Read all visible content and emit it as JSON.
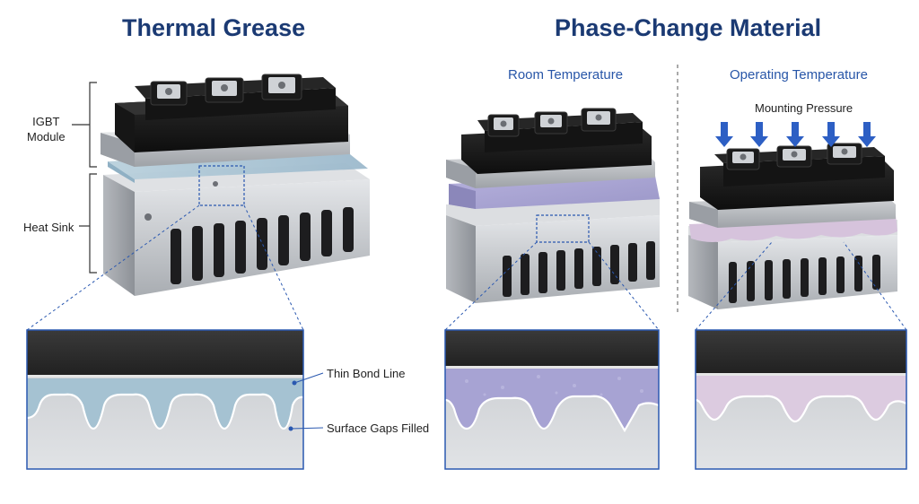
{
  "titles": {
    "left": "Thermal Grease",
    "right": "Phase-Change Material"
  },
  "subtitles": {
    "room": "Room Temperature",
    "operating": "Operating Temperature"
  },
  "labels": {
    "igbt_line1": "IGBT",
    "igbt_line2": "Module",
    "heat_sink": "Heat Sink",
    "mounting_pressure": "Mounting Pressure",
    "thin_bond_line": "Thin Bond Line",
    "surface_gaps": "Surface Gaps Filled"
  },
  "colors": {
    "title": "#1b3a73",
    "subtitle": "#2856a8",
    "arrow": "#2d5fc4",
    "grease": "#a9c6d6",
    "pcm_room": "#a9a6d6",
    "pcm_operating": "#d9c6dc",
    "module": "#1c1c1c",
    "aluminum": "#c9ccd0"
  },
  "icons": {
    "arrow": "down-arrow-icon"
  }
}
